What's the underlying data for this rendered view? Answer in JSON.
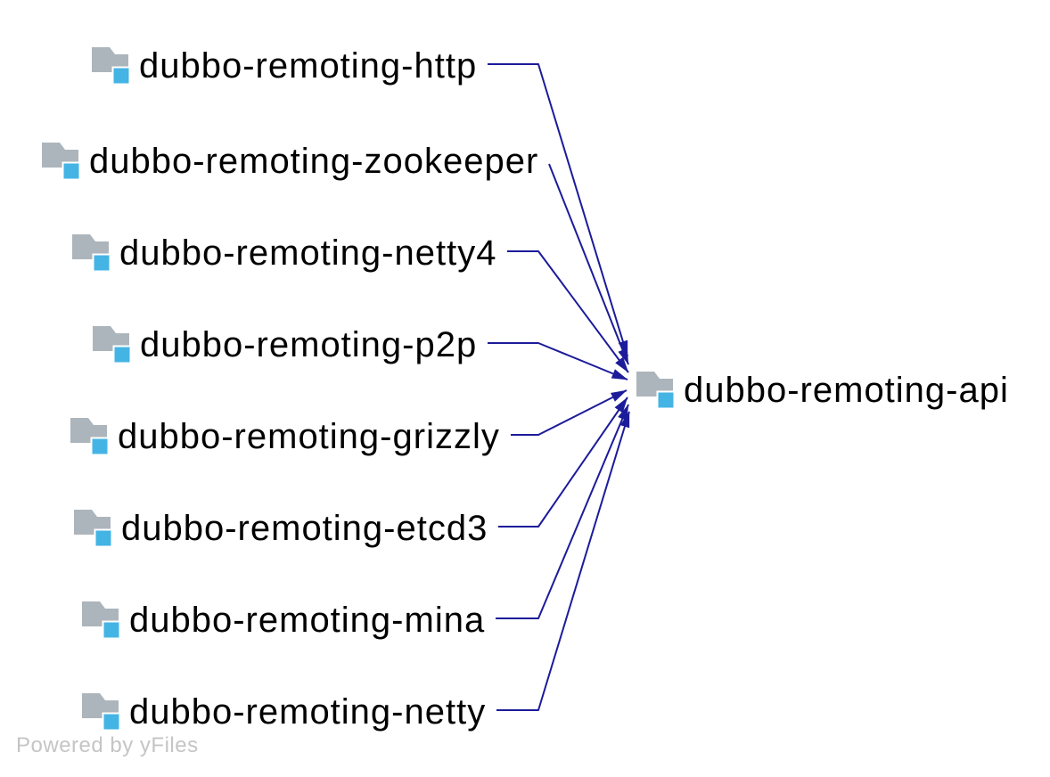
{
  "diagram": {
    "watermark": "Powered by yFiles",
    "colors": {
      "background": "#ffffff",
      "edge": "#1c1b9a",
      "folder": "#adb5bc",
      "folder_accent": "#44b4e4",
      "label": "#000000",
      "watermark": "#c5c5c5"
    },
    "nodes": [
      {
        "id": "http",
        "label": "dubbo-remoting-http",
        "icon": "folder-icon"
      },
      {
        "id": "zookeeper",
        "label": "dubbo-remoting-zookeeper",
        "icon": "folder-icon"
      },
      {
        "id": "netty4",
        "label": "dubbo-remoting-netty4",
        "icon": "folder-icon"
      },
      {
        "id": "p2p",
        "label": "dubbo-remoting-p2p",
        "icon": "folder-icon"
      },
      {
        "id": "grizzly",
        "label": "dubbo-remoting-grizzly",
        "icon": "folder-icon"
      },
      {
        "id": "etcd3",
        "label": "dubbo-remoting-etcd3",
        "icon": "folder-icon"
      },
      {
        "id": "mina",
        "label": "dubbo-remoting-mina",
        "icon": "folder-icon"
      },
      {
        "id": "netty",
        "label": "dubbo-remoting-netty",
        "icon": "folder-icon"
      },
      {
        "id": "api",
        "label": "dubbo-remoting-api",
        "icon": "folder-icon"
      }
    ],
    "edges": [
      {
        "from": "http",
        "to": "api"
      },
      {
        "from": "zookeeper",
        "to": "api"
      },
      {
        "from": "netty4",
        "to": "api"
      },
      {
        "from": "p2p",
        "to": "api"
      },
      {
        "from": "grizzly",
        "to": "api"
      },
      {
        "from": "etcd3",
        "to": "api"
      },
      {
        "from": "mina",
        "to": "api"
      },
      {
        "from": "netty",
        "to": "api"
      }
    ]
  }
}
